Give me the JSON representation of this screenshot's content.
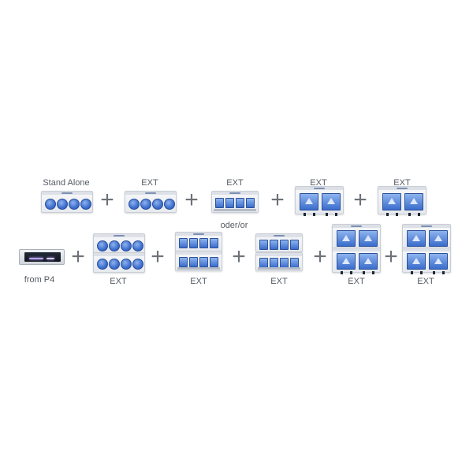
{
  "labels": {
    "stand_alone": "Stand Alone",
    "ext": "EXT",
    "oder_or": "oder/or",
    "from_p4": "from P4"
  },
  "plus_symbol": "+",
  "colors": {
    "pump_blue": "#3d6fcf",
    "module_body": "#eef0f3",
    "text": "#555b62",
    "plus": "#6d7278"
  }
}
